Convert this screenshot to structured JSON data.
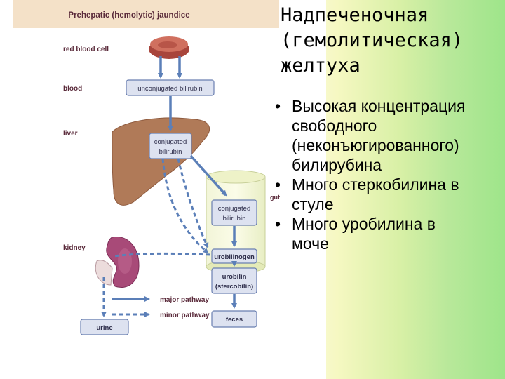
{
  "diagram": {
    "header": "Prehepatic (hemolytic) jaundice",
    "row_labels": [
      "red blood cell",
      "blood",
      "liver",
      "kidney"
    ],
    "boxes": {
      "unconjugated_bilirubin": "unconjugated bilirubin",
      "conjugated_bilirubin_liver": [
        "conjugated",
        "bilirubin"
      ],
      "conjugated_bilirubin_gut": [
        "conjugated",
        "bilirubin"
      ],
      "urobilinogen": "urobilinogen",
      "urobilin": [
        "urobilin",
        "(stercobilin)"
      ],
      "feces": "feces",
      "urine": "urine"
    },
    "organ_labels": {
      "gut": "gut"
    },
    "legend": {
      "major": "major pathway",
      "minor": "minor pathway"
    },
    "colors": {
      "arrow": "#5b7fb8",
      "box_fill": "#dde2f0",
      "box_border": "#6a7fb0",
      "header_band": "#f4e1c8"
    }
  },
  "slide": {
    "title_lines": [
      "Надпеченочная",
      "(гемолитическая)",
      "желтуха"
    ],
    "bullets": [
      [
        "Высокая концентрация",
        "свободного",
        "(неконъюгированного)",
        "билирубина"
      ],
      [
        "Много стеркобилина в",
        "стуле"
      ],
      [
        "Много уробилина в",
        "моче"
      ]
    ]
  }
}
